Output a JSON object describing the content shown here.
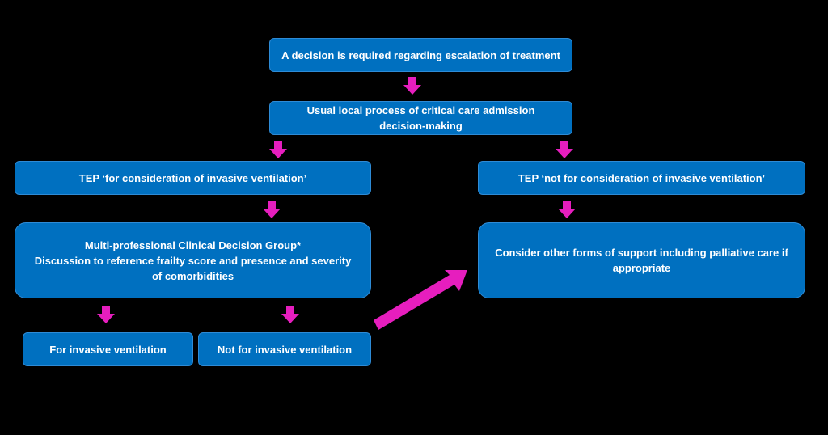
{
  "colors": {
    "background": "#000000",
    "box_fill": "#0070c0",
    "box_text": "#ffffff",
    "arrow": "#e61ebe"
  },
  "nodes": {
    "decision": "A decision is required regarding escalation of treatment",
    "usual_process": "Usual local process of critical care admission decision-making",
    "tep_consider": "TEP ‘for consideration of invasive ventilation’",
    "tep_not_consider": "TEP ‘not for consideration of invasive ventilation’",
    "mdt_line1": "Multi-professional Clinical Decision Group*",
    "mdt_line2": "Discussion to reference frailty score and presence and severity of comorbidities",
    "other_support": "Consider other forms of support including palliative care if appropriate",
    "for_iv": "For invasive ventilation",
    "not_for_iv": "Not for invasive ventilation"
  },
  "edges": [
    {
      "from": "decision",
      "to": "usual_process"
    },
    {
      "from": "usual_process",
      "to": "tep_consider"
    },
    {
      "from": "usual_process",
      "to": "tep_not_consider"
    },
    {
      "from": "tep_consider",
      "to": "mdt"
    },
    {
      "from": "tep_not_consider",
      "to": "other_support"
    },
    {
      "from": "mdt",
      "to": "for_iv"
    },
    {
      "from": "mdt",
      "to": "not_for_iv"
    },
    {
      "from": "not_for_iv",
      "to": "other_support"
    }
  ]
}
